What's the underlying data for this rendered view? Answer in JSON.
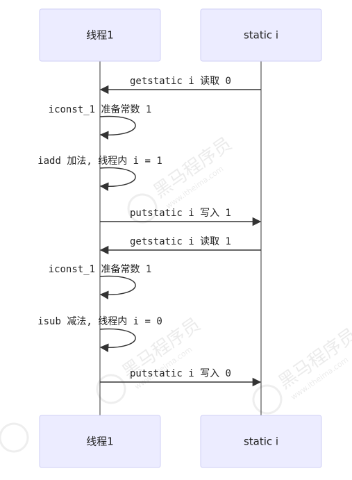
{
  "participants": [
    {
      "id": "thread1",
      "label": "线程1"
    },
    {
      "id": "static_i",
      "label": "static i"
    }
  ],
  "messages": [
    {
      "from": "static_i",
      "to": "thread1",
      "text": "getstatic i 读取 0"
    },
    {
      "from": "thread1",
      "to": "thread1",
      "text": "iconst_1 准备常数 1"
    },
    {
      "from": "thread1",
      "to": "thread1",
      "text": "iadd 加法, 线程内 i = 1"
    },
    {
      "from": "thread1",
      "to": "static_i",
      "text": "putstatic i 写入 1"
    },
    {
      "from": "static_i",
      "to": "thread1",
      "text": "getstatic i 读取 1"
    },
    {
      "from": "thread1",
      "to": "thread1",
      "text": "iconst_1 准备常数 1"
    },
    {
      "from": "thread1",
      "to": "thread1",
      "text": "isub 减法, 线程内 i = 0"
    },
    {
      "from": "thread1",
      "to": "static_i",
      "text": "putstatic i 写入 0"
    }
  ],
  "watermark": {
    "brand": "黑马程序员",
    "url": "www.itheima.com"
  }
}
